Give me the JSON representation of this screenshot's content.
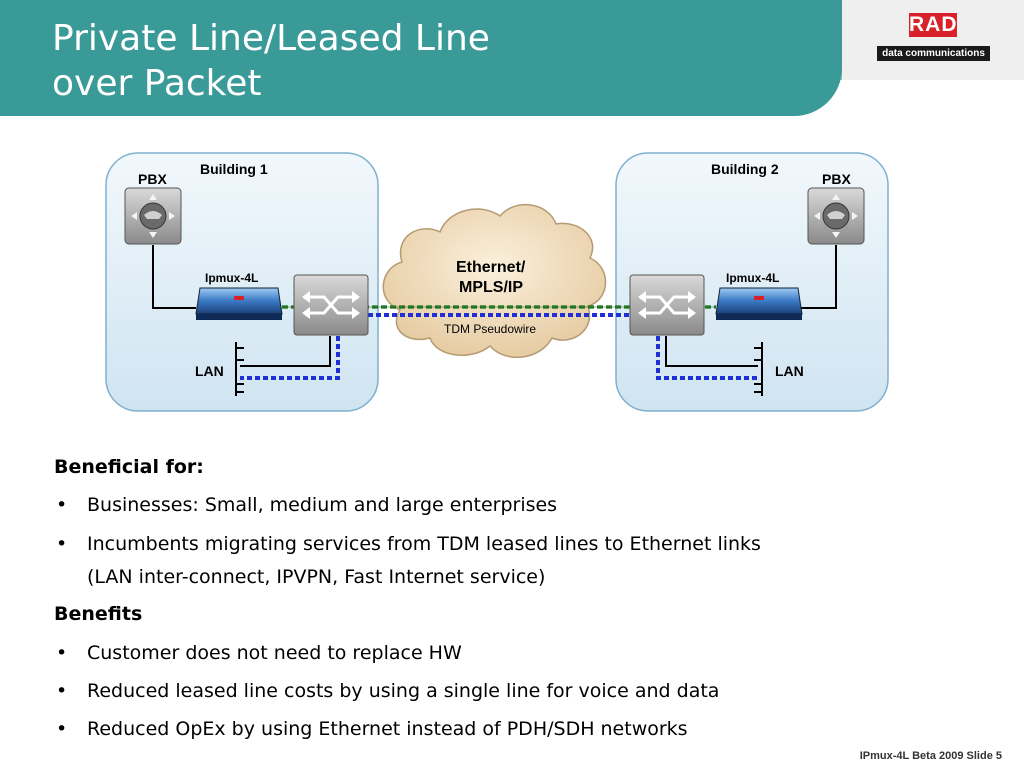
{
  "slide": {
    "title_line1": "Private Line/Leased Line",
    "title_line2": "over Packet",
    "logo_mark": "RAD",
    "logo_subtitle": "data communications",
    "footer": "IPmux-4L Beta 2009 Slide 5"
  },
  "diagram": {
    "building1_label": "Building 1",
    "building2_label": "Building 2",
    "pbx_left_label": "PBX",
    "pbx_right_label": "PBX",
    "device_left_label": "Ipmux-4L",
    "device_right_label": "Ipmux-4L",
    "lan_left_label": "LAN",
    "lan_right_label": "LAN",
    "cloud_line1": "Ethernet/",
    "cloud_line2": "MPLS/IP",
    "pseudowire_label": "TDM Pseudowire",
    "colors": {
      "ethernet_link": "#2e8b2e",
      "tdm_link": "#1f2fd6",
      "building": "#dcedf6"
    }
  },
  "content": {
    "heading1": "Beneficial for:",
    "bullets1": [
      "Businesses: Small, medium and large enterprises",
      "Incumbents migrating services from TDM leased lines to Ethernet links",
      "(LAN inter-connect, IPVPN, Fast Internet service)"
    ],
    "heading2": "Benefits",
    "bullets2": [
      "Customer does not need to replace HW",
      "Reduced leased line costs by using a single line for voice and data",
      "Reduced OpEx by using Ethernet instead of PDH/SDH networks"
    ],
    "bullet_char": "•"
  }
}
